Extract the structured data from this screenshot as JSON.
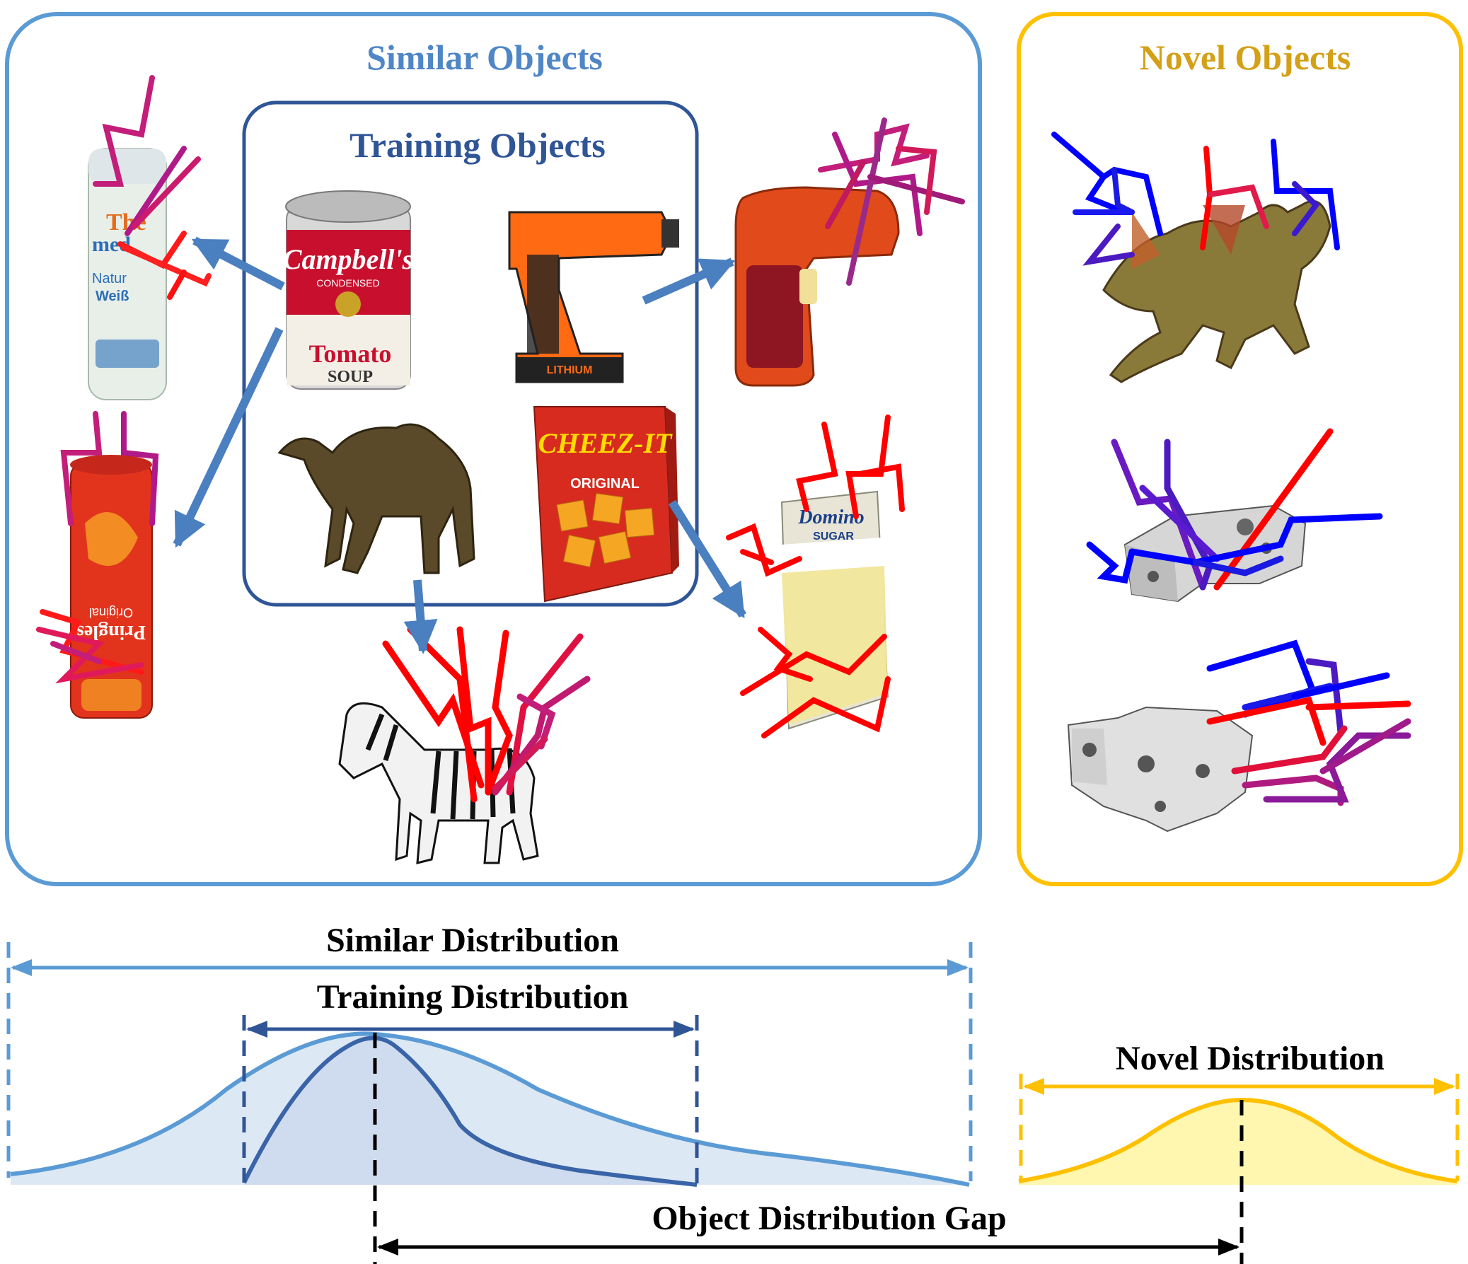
{
  "panels": {
    "similar": {
      "title": "Similar Objects"
    },
    "training": {
      "title": "Training Objects",
      "labels": {
        "can_brand": "Campbell's",
        "can_sub": "CONDENSED",
        "can_flavor": "Tomato",
        "can_type": "SOUP",
        "drill_brand": "LITHIUM",
        "box_brand": "CHEEZ-IT",
        "box_sub": "ORIGINAL"
      }
    },
    "novel": {
      "title": "Novel Objects"
    }
  },
  "object_labels": {
    "tube_top": "The",
    "tube_mid": "med",
    "tube_line1": "Natur",
    "tube_line2": "Weiß",
    "chips_brand": "Pringles",
    "chips_sub": "Original",
    "sugar_brand": "Domino",
    "sugar_sub": "SUGAR"
  },
  "distributions": {
    "similar": "Similar Distribution",
    "training": "Training Distribution",
    "novel": "Novel Distribution",
    "gap": "Object Distribution Gap"
  },
  "colors": {
    "similar": "#5b9bd5",
    "training": "#2f5597",
    "novel": "#ffc000",
    "grasp_red": "#ff0000",
    "grasp_blue": "#0000ff"
  }
}
